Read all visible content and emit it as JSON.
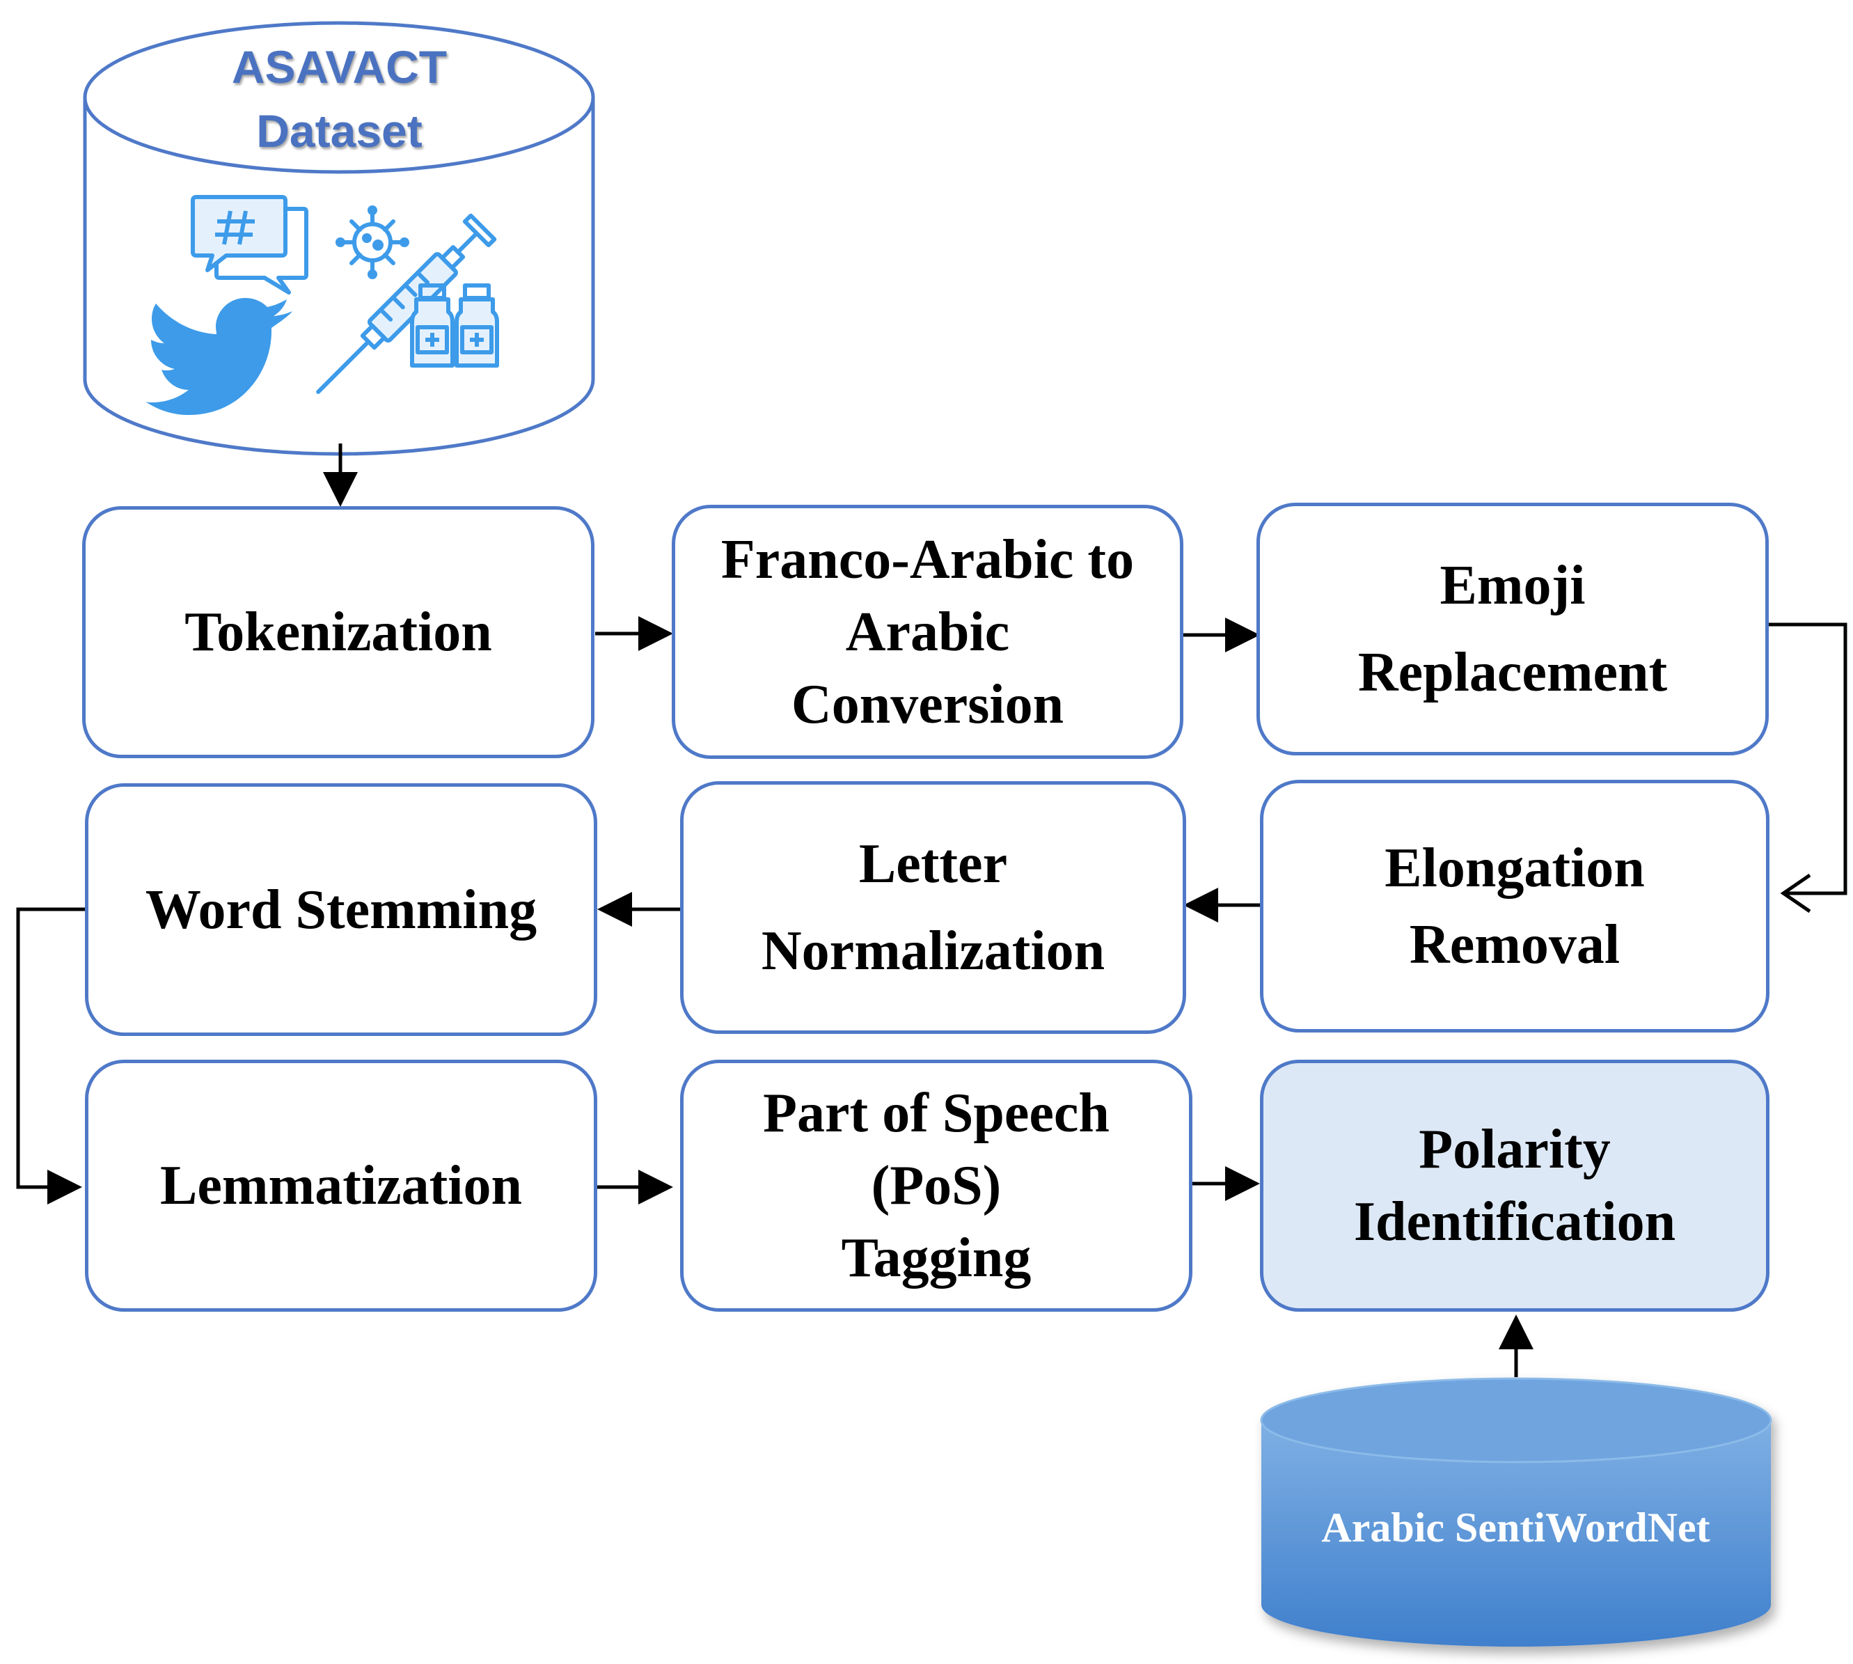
{
  "dataset": {
    "title": "ASAVACT\nDataset",
    "icons": [
      "hashtag-chat-icon",
      "twitter-bird-icon",
      "virus-icon",
      "syringe-icon",
      "vaccine-vial-icon"
    ]
  },
  "steps": {
    "tokenization": "Tokenization",
    "franco": "Franco-Arabic to\nArabic\nConversion",
    "emoji": "Emoji\n  Replacement",
    "elongation": "Elongation\nRemoval",
    "letter_norm": "Letter\n  Normalization",
    "word_stemming": "Word Stemming",
    "lemmatization": "Lemmatization",
    "pos": "Part of Speech\n(PoS)\nTagging",
    "polarity": "Polarity\nIdentification"
  },
  "lexicon": {
    "label": "Arabic SentiWordNet"
  },
  "colors": {
    "box_border": "#4f79c8",
    "highlight_fill": "#dde8f6",
    "dataset_title": "#4a72c0",
    "icon_blue": "#3d9be9",
    "lexicon_top": "#7fb0e4",
    "lexicon_bottom": "#3f7fcc"
  }
}
